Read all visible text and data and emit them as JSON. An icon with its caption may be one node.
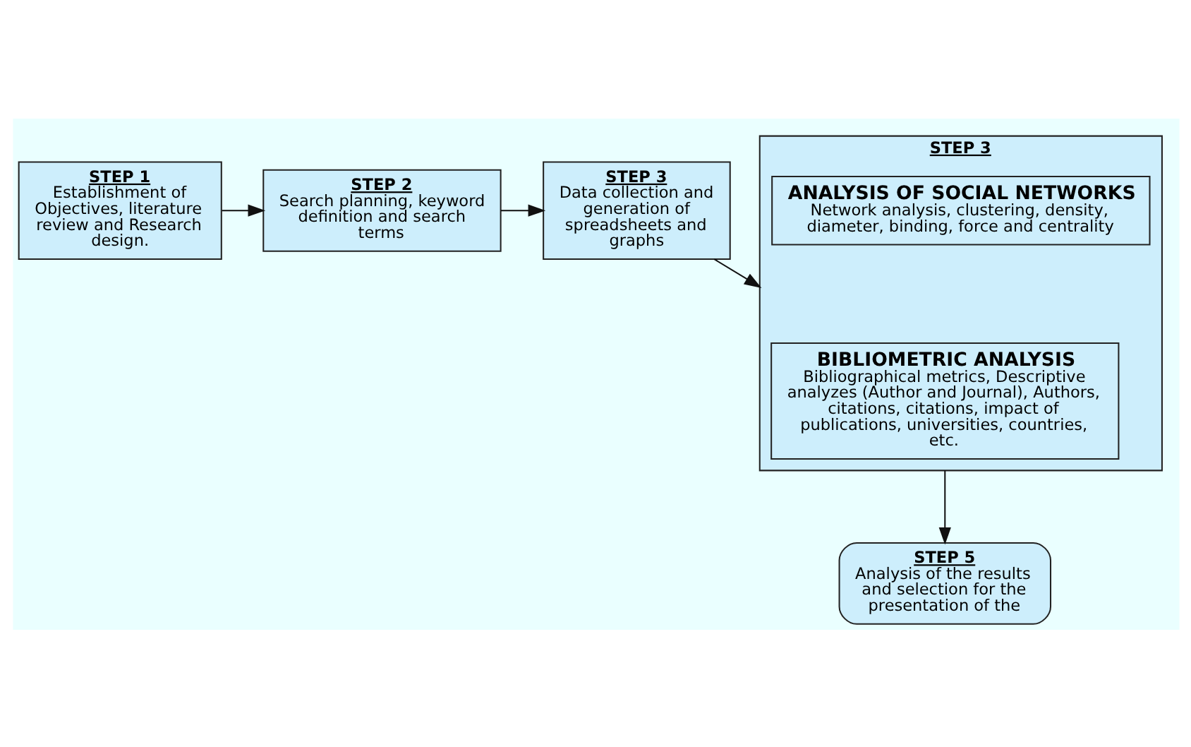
{
  "diagram": {
    "nodes": [
      {
        "text": [
          "STEP 1",
          "Establishment of Objectives, literature review and Research design."
        ]
      },
      {
        "text": [
          "STEP 2",
          "Search planning, keyword definition and search terms"
        ]
      },
      {
        "text": [
          "STEP 3",
          "Data collection and generation of spreadsheets and graphs"
        ]
      },
      {
        "text": [
          "STEP 3"
        ]
      },
      {
        "text": [
          "BIBLIOMETRIC ANALYSIS",
          "Bibliographical metrics, Descriptive analyzes (Author and Journal), Authors, citations, citations, impact of publications, universities, countries, etc."
        ],
        "in": 3
      },
      {
        "text": [
          "ANALYSIS OF SOCIAL NETWORKS",
          "Network analysis, clustering, density, diameter, binding, force and centrality"
        ],
        "in": 3
      },
      {
        "text": [
          "STEP 5",
          "Analysis of the results and selection for the presentation of the"
        ]
      }
    ],
    "edges": [
      {
        "from": 0,
        "to": 1,
        "arrow": "to"
      },
      {
        "from": 1,
        "to": 2,
        "arrow": "to"
      },
      {
        "from": 2,
        "to": 3,
        "arrow": "to"
      },
      {
        "from": 3,
        "to": 6,
        "arrow": "to"
      }
    ]
  }
}
